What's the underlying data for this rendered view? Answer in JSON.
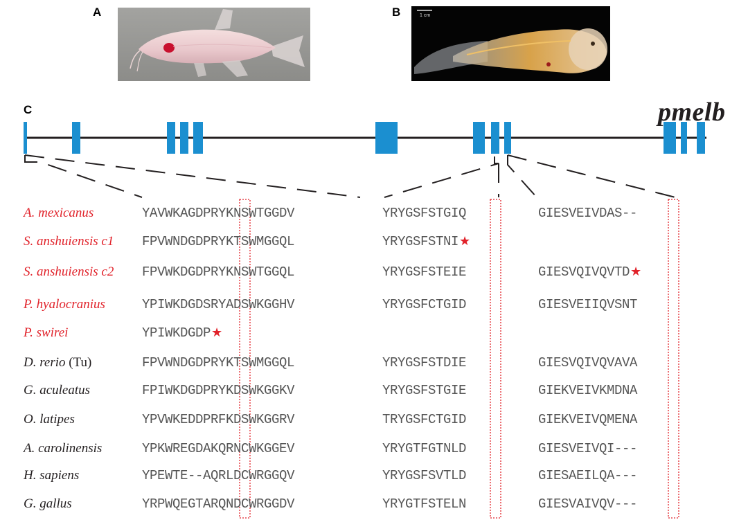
{
  "panels": {
    "a_label": "A",
    "b_label": "B",
    "c_label": "C",
    "b_scalebar": "1 cm"
  },
  "gene": {
    "name": "pmelb"
  },
  "alignment": {
    "rows": [
      {
        "species": "A. mexicanus",
        "suffix": "",
        "color": "red",
        "seg1": "YAVWKAGDPRYKNSWTGGDV",
        "seg2": "YRYGSFSTGIQ",
        "seg3": "GIESVEIVDAS--",
        "stars": []
      },
      {
        "species": "S. anshuiensis c1",
        "suffix": "",
        "color": "red",
        "seg1": "FPVWNDGDPRYKTSWMGGQL",
        "seg2": "YRYGSFSTNI",
        "seg3": "",
        "stars": [
          "seg2"
        ]
      },
      {
        "species": "S. anshuiensis c2",
        "suffix": "",
        "color": "red",
        "seg1": "FPVWKDGDPRYKNSWTGGQL",
        "seg2": "YRYGSFSTEIE",
        "seg3": "GIESVQIVQVTD",
        "stars": [
          "seg3"
        ]
      },
      {
        "species": "P. hyalocranius",
        "suffix": "",
        "color": "red",
        "seg1": "YPIWKDGDSRYADSWKGGHV",
        "seg2": "YRYGSFCTGID",
        "seg3": "GIESVEIIQVSNT",
        "stars": []
      },
      {
        "species": "P. swirei",
        "suffix": "",
        "color": "red",
        "seg1": "YPIWKDGDP",
        "seg2": "",
        "seg3": "",
        "stars": [
          "seg1"
        ]
      },
      {
        "species": "D. rerio",
        "suffix": " (Tu)",
        "color": "black",
        "seg1": "FPVWNDGDPRYKTSWMGGQL",
        "seg2": "YRYGSFSTDIE",
        "seg3": "GIESVQIVQVAVA",
        "stars": []
      },
      {
        "species": "G. aculeatus",
        "suffix": "",
        "color": "black",
        "seg1": "FPIWKDGDPRYKDSWKGGKV",
        "seg2": "YRYGSFSTGIE",
        "seg3": "GIEKVEIVKMDNA",
        "stars": []
      },
      {
        "species": "O. latipes",
        "suffix": "",
        "color": "black",
        "seg1": "YPVWKEDDPRFKDSWKGGRV",
        "seg2": "TRYGSFCTGID",
        "seg3": "GIEKVEIVQMENA",
        "stars": []
      },
      {
        "species": "A. carolinensis",
        "suffix": "",
        "color": "black",
        "seg1": "YPKWREGDAKQRNCWKGGEV",
        "seg2": "YRYGTFGTNLD",
        "seg3": "GIESVEIVQI---",
        "stars": []
      },
      {
        "species": "H. sapiens",
        "suffix": "",
        "color": "black",
        "seg1": "YPEWTE--AQRLDCWRGGQV",
        "seg2": "YRYGSFSVTLD",
        "seg3": "GIESAEILQA---",
        "stars": []
      },
      {
        "species": "G. gallus",
        "suffix": "",
        "color": "black",
        "seg1": "YRPWQEGTARQNDCWRGGDV",
        "seg2": "YRYGTFSTELN",
        "seg3": "GIESVAIVQV---",
        "stars": []
      }
    ]
  },
  "colors": {
    "exon": "#1b8fd0",
    "highlight": "#e1222a",
    "species_red": "#e1222a",
    "line": "#231f20"
  }
}
